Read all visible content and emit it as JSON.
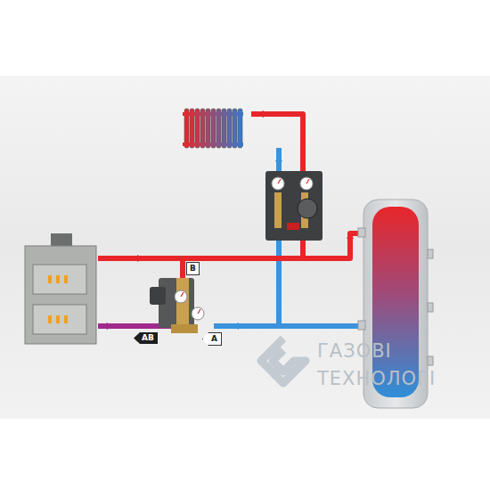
{
  "diagram": {
    "nodes": [
      {
        "text": [
          "B"
        ]
      },
      {
        "text": [
          "AB"
        ]
      },
      {
        "text": [
          "A"
        ]
      }
    ],
    "labels": [
      "ГАЗОВІ",
      "ТЕХНОЛОГІ"
    ]
  }
}
